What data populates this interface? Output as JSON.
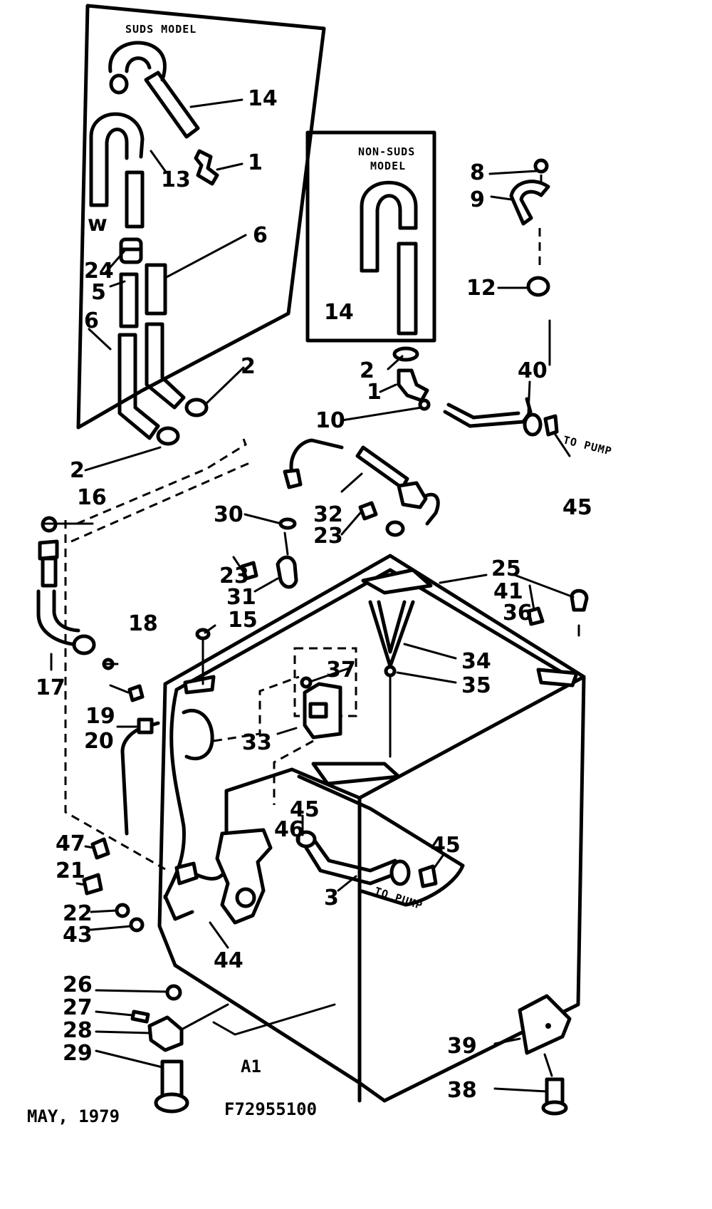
{
  "captions": {
    "suds_model": "SUDS MODEL",
    "non_suds_model_line1": "NON-SUDS",
    "non_suds_model_line2": "MODEL",
    "to_pump_upper": "TO PUMP",
    "to_pump_lower": "TO PUMP"
  },
  "footer": {
    "date": "MAY, 1979",
    "sheet": "A1",
    "part_number": "F72955100"
  },
  "callouts": {
    "c1_a": "1",
    "c14_a": "14",
    "c13": "13",
    "c6_a": "6",
    "c24": "24",
    "c5": "5",
    "c6_b": "6",
    "c2_a": "2",
    "c2_b": "2",
    "c16": "16",
    "c17": "17",
    "c18": "18",
    "c19": "19",
    "c20": "20",
    "c47": "47",
    "c21": "21",
    "c22": "22",
    "c43": "43",
    "c26": "26",
    "c27": "27",
    "c28": "28",
    "c29": "29",
    "c14_b": "14",
    "c2_c": "2",
    "c1_b": "1",
    "c10": "10",
    "c40": "40",
    "c45_a": "45",
    "c8": "8",
    "c9": "9",
    "c12": "12",
    "c30": "30",
    "c32": "32",
    "c23_a": "23",
    "c23_b": "23",
    "c31": "31",
    "c15": "15",
    "c37": "37",
    "c33": "33",
    "c25": "25",
    "c41": "41",
    "c36": "36",
    "c34": "34",
    "c35": "35",
    "c45_b": "45",
    "c46": "46",
    "c45_c": "45",
    "c3": "3",
    "c44": "44",
    "c39": "39",
    "c38": "38"
  }
}
